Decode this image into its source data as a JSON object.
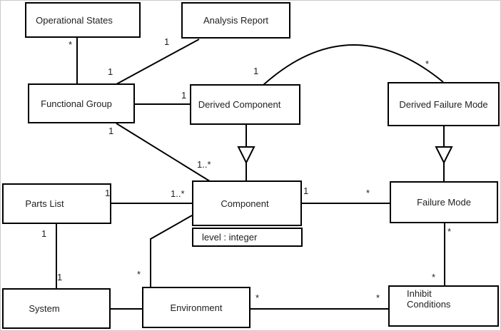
{
  "diagram": {
    "type": "uml-class-diagram",
    "nodes": {
      "operational_states": {
        "label": "Operational States"
      },
      "analysis_report": {
        "label": "Analysis Report"
      },
      "functional_group": {
        "label": "Functional Group"
      },
      "derived_component": {
        "label": "Derived Component"
      },
      "derived_failure_mode": {
        "label": "Derived Failure Mode"
      },
      "parts_list": {
        "label": "Parts List"
      },
      "component": {
        "label": "Component",
        "attribute": "level : integer"
      },
      "failure_mode": {
        "label": "Failure Mode"
      },
      "system": {
        "label": "System"
      },
      "environment": {
        "label": "Environment"
      },
      "inhibit_conditions": {
        "label": "Inhibit\nConditions"
      }
    },
    "edges": {
      "operational_states__functional_group": {
        "type": "association",
        "from": "operational_states",
        "to": "functional_group",
        "mult_from": "*"
      },
      "analysis_report__functional_group": {
        "type": "association",
        "from": "analysis_report",
        "to": "functional_group",
        "mult_from": "1",
        "mult_to": "1"
      },
      "functional_group__derived_component": {
        "type": "association",
        "from": "functional_group",
        "to": "derived_component",
        "mult_to": "1"
      },
      "derived_component__derived_failure_mode": {
        "type": "association",
        "from": "derived_component",
        "to": "derived_failure_mode",
        "mult_from": "1",
        "mult_to": "*"
      },
      "functional_group__component": {
        "type": "association",
        "from": "functional_group",
        "to": "component",
        "mult_from": "1",
        "mult_to": "1..*"
      },
      "derived_component__component": {
        "type": "generalization",
        "from": "derived_component",
        "to": "component"
      },
      "derived_failure_mode__failure_mode": {
        "type": "generalization",
        "from": "derived_failure_mode",
        "to": "failure_mode"
      },
      "parts_list__component": {
        "type": "association",
        "from": "parts_list",
        "to": "component",
        "mult_from": "1",
        "mult_to": "1..*"
      },
      "component__failure_mode": {
        "type": "association",
        "from": "component",
        "to": "failure_mode",
        "mult_from": "1",
        "mult_to": "*"
      },
      "component__environment": {
        "type": "association",
        "from": "component",
        "to": "environment",
        "mult_to": "*"
      },
      "parts_list__system": {
        "type": "association",
        "from": "parts_list",
        "to": "system",
        "mult_from": "1",
        "mult_to": "1"
      },
      "system__environment": {
        "type": "association",
        "from": "system",
        "to": "environment"
      },
      "environment__inhibit_conditions": {
        "type": "association",
        "from": "environment",
        "to": "inhibit_conditions",
        "mult_from": "*",
        "mult_to": "*"
      },
      "failure_mode__inhibit_conditions": {
        "type": "association",
        "from": "failure_mode",
        "to": "inhibit_conditions",
        "mult_from": "*",
        "mult_to": "*"
      }
    },
    "colors": {
      "line": "#000000",
      "background": "#ffffff",
      "text": "#212121"
    }
  }
}
